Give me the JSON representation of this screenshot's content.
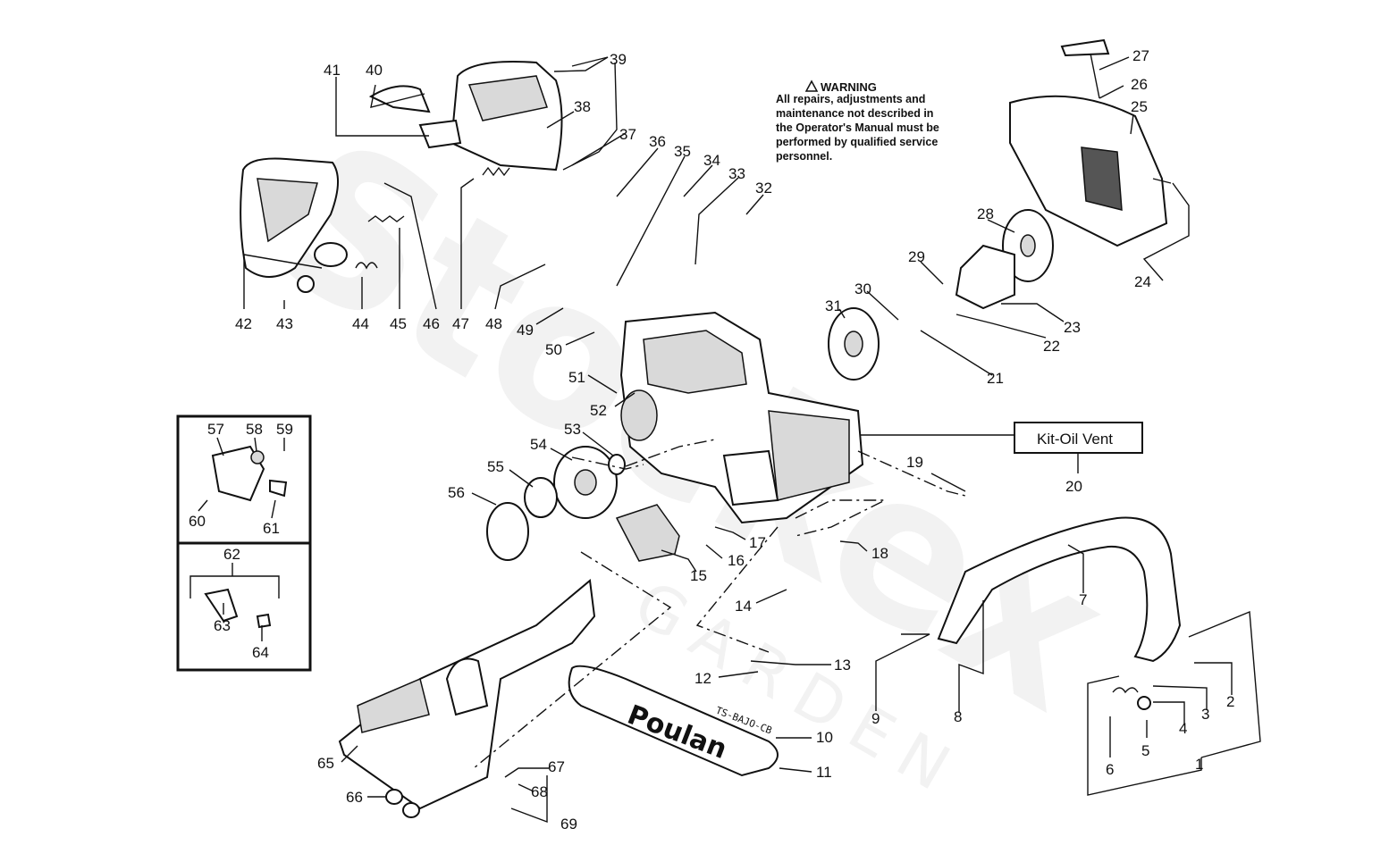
{
  "warning": {
    "title": "WARNING",
    "lines": [
      "All repairs, adjustments and",
      "maintenance not described in",
      "the Operator's Manual must be",
      "performed by qualified service",
      "personnel."
    ]
  },
  "kit_label": "Kit-Oil Vent",
  "bar_brand": "Poulan",
  "bar_code": "TS-BAJO-CB",
  "watermark": {
    "main": "Stockex",
    "sub": "GARDEN"
  },
  "callouts": {
    "c1": "1",
    "c2": "2",
    "c3": "3",
    "c4": "4",
    "c5": "5",
    "c6": "6",
    "c7": "7",
    "c8": "8",
    "c9": "9",
    "c10": "10",
    "c11": "11",
    "c12": "12",
    "c13": "13",
    "c14": "14",
    "c15": "15",
    "c16": "16",
    "c17": "17",
    "c18": "18",
    "c19": "19",
    "c20": "20",
    "c21": "21",
    "c22": "22",
    "c23": "23",
    "c24": "24",
    "c25": "25",
    "c26": "26",
    "c27": "27",
    "c28": "28",
    "c29": "29",
    "c30": "30",
    "c31": "31",
    "c32": "32",
    "c33": "33",
    "c34": "34",
    "c35": "35",
    "c36": "36",
    "c37": "37",
    "c38": "38",
    "c39": "39",
    "c40": "40",
    "c41": "41",
    "c42": "42",
    "c43": "43",
    "c44": "44",
    "c45": "45",
    "c46": "46",
    "c47": "47",
    "c48": "48",
    "c49": "49",
    "c50": "50",
    "c51": "51",
    "c52": "52",
    "c53": "53",
    "c54": "54",
    "c55": "55",
    "c56": "56",
    "c57": "57",
    "c58": "58",
    "c59": "59",
    "c60": "60",
    "c61": "61",
    "c62": "62",
    "c63": "63",
    "c64": "64",
    "c65": "65",
    "c66": "66",
    "c67": "67",
    "c68": "68",
    "c69": "69"
  }
}
